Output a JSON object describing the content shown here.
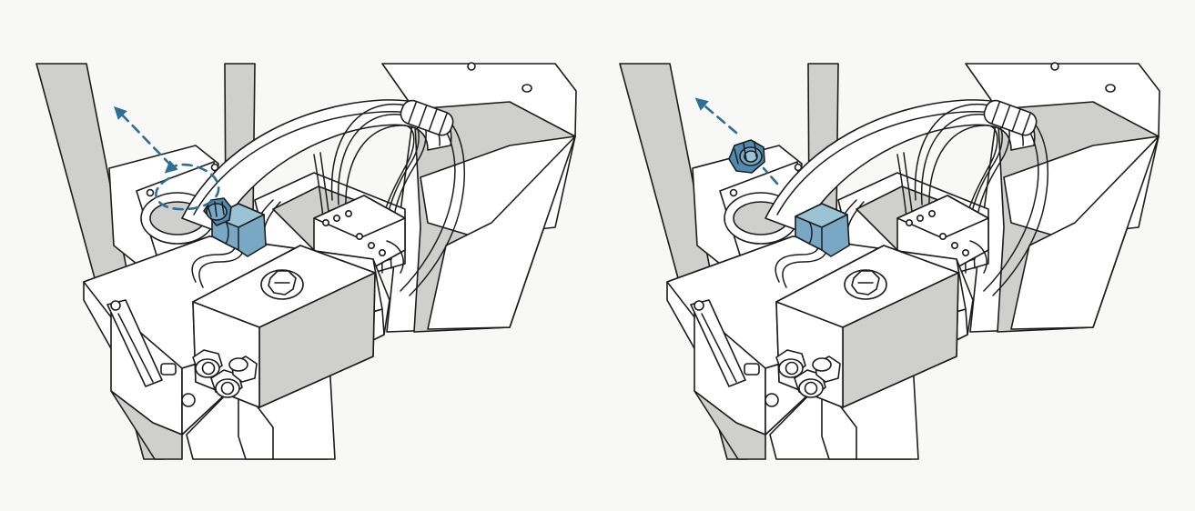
{
  "figure": {
    "panels": [
      {
        "id": "step-1",
        "action": "rotate-and-remove-nut",
        "part_highlighted": "nut-and-clamp"
      },
      {
        "id": "step-2",
        "action": "pull-nut-out",
        "part_highlighted": "nut-and-clamp"
      }
    ]
  },
  "colors": {
    "background": "#f8f8f6",
    "grey_surface": "#cfcfcd",
    "line": "#1c1c1c",
    "accent": "#78a8c4",
    "accent_dark": "#2d6f96",
    "white": "#ffffff"
  }
}
